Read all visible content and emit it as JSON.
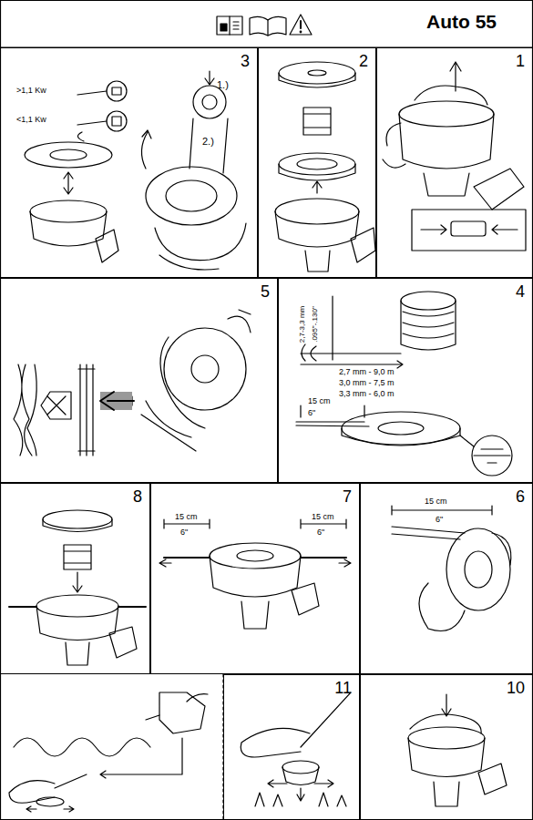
{
  "diagram": {
    "title": "Auto 55",
    "nodes": [
      {
        "text": [
          "1"
        ]
      },
      {
        "text": [
          "2"
        ]
      },
      {
        "text": [
          "3"
        ]
      },
      {
        "text": [
          "4"
        ]
      },
      {
        "text": [
          "5"
        ]
      },
      {
        "text": [
          "6"
        ]
      },
      {
        "text": [
          "7"
        ]
      },
      {
        "text": [
          "8"
        ]
      },
      {
        "text": [
          "10"
        ]
      },
      {
        "text": [
          "11"
        ]
      }
    ],
    "labels": [
      "1.)",
      "2.)",
      "<1,1 Kw",
      ">1,1 Kw",
      "2,7 mm - 9,0 m",
      "3,0 mm - 7,5 m",
      "3,3 mm - 6,0 m",
      "2,7-3,3 mm",
      ".095\"-.130\"",
      "15 cm",
      "6\"",
      "15 cm",
      "6\"",
      "15 cm",
      "6\"",
      "15 cm",
      "6\""
    ]
  }
}
